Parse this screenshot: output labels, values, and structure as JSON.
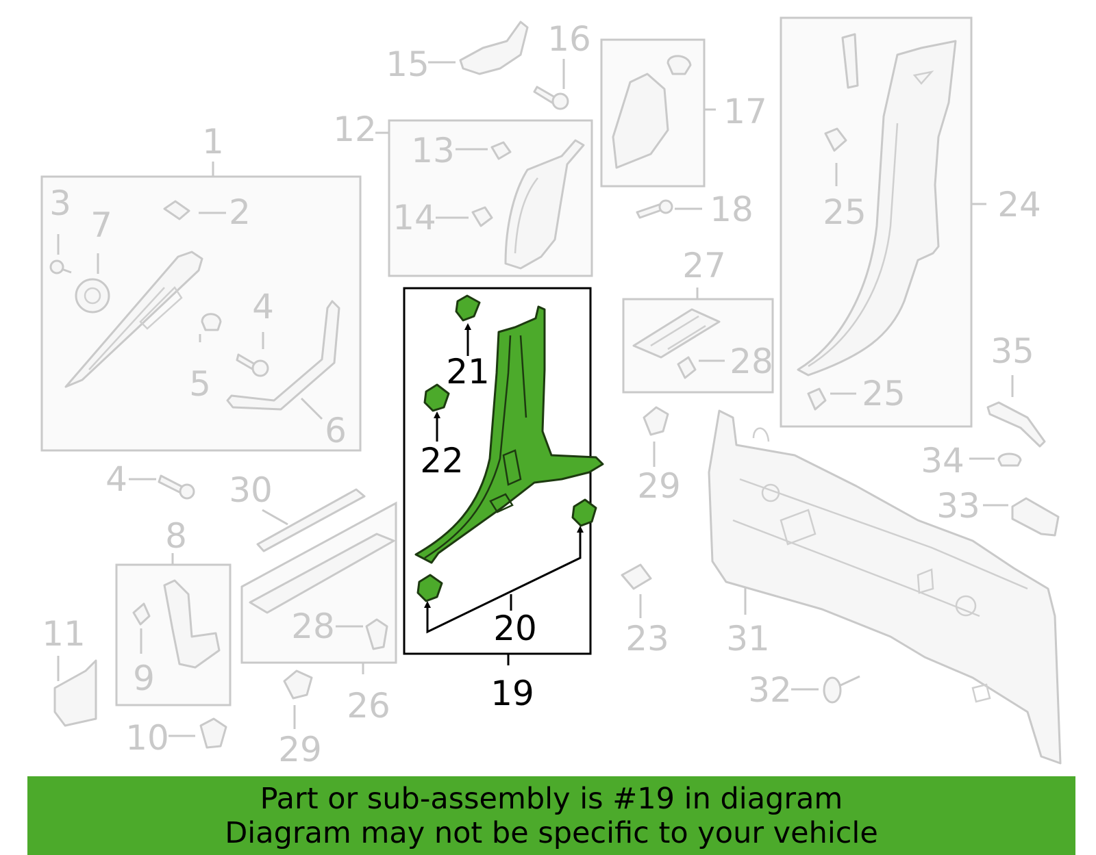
{
  "banner": {
    "line1": "Part or sub-assembly is #19 in diagram",
    "line2": "Diagram may not be specific to your vehicle"
  },
  "colors": {
    "highlight": "#4caa2b",
    "muted": "#c9c9c9",
    "outline": "#000000"
  },
  "callouts": {
    "c1": "1",
    "c2": "2",
    "c3": "3",
    "c4a": "4",
    "c4b": "4",
    "c5": "5",
    "c6": "6",
    "c7": "7",
    "c8": "8",
    "c9": "9",
    "c10": "10",
    "c11": "11",
    "c12": "12",
    "c13": "13",
    "c14": "14",
    "c15": "15",
    "c16": "16",
    "c17": "17",
    "c18": "18",
    "c19": "19",
    "c20": "20",
    "c21": "21",
    "c22": "22",
    "c23": "23",
    "c24": "24",
    "c25a": "25",
    "c25b": "25",
    "c26": "26",
    "c27": "27",
    "c28a": "28",
    "c28b": "28",
    "c29a": "29",
    "c29b": "29",
    "c30": "30",
    "c31": "31",
    "c32": "32",
    "c33": "33",
    "c34": "34",
    "c35": "35"
  }
}
